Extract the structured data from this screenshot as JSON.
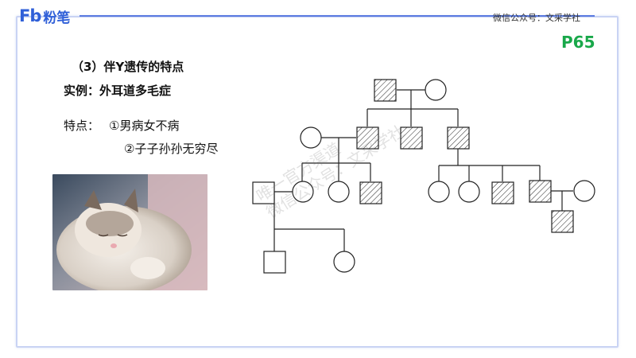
{
  "brand": {
    "logo_mark": "Fb",
    "logo_text": "粉笔",
    "accent_color": "#2f5fd8"
  },
  "header": {
    "wechat_label": "微信公众号：文采学社",
    "page_number": "P65",
    "page_number_color": "#19a84a"
  },
  "content": {
    "heading": "（3）伴Y遗传的特点",
    "example": "实例：外耳道多毛症",
    "features_label": "特点：",
    "feature_1": "①男病女不病",
    "feature_2": "②子子孙孙无穷尽"
  },
  "image": {
    "subject": "sleeping-cat-photo"
  },
  "watermark": {
    "line_1": "唯一官方渠道",
    "line_2": "微信公众号：文采学社"
  },
  "pedigree": {
    "legend_hint": "hatched-square = affected male; square = male; circle = female",
    "generations": 4
  }
}
